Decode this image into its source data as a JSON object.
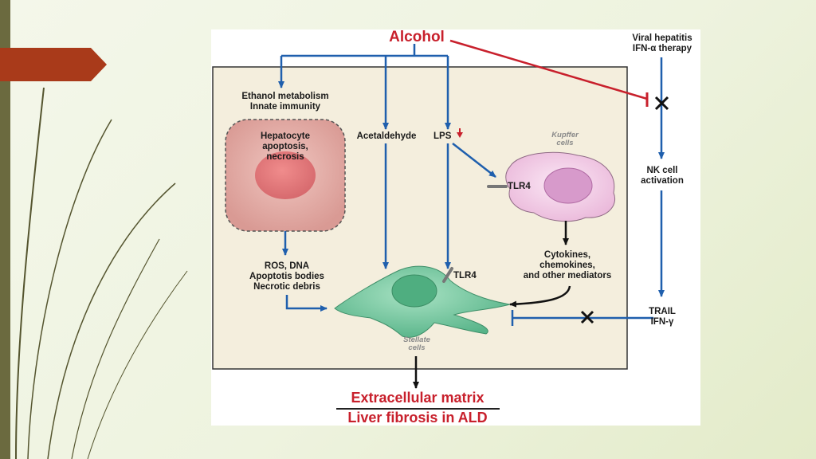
{
  "diagram": {
    "alcohol": "Alcohol",
    "viral_hepatitis": [
      "Viral hepatitis",
      "IFN-α therapy"
    ],
    "ethanol_metabolism": [
      "Ethanol metabolism",
      "Innate immunity"
    ],
    "hepatocyte": [
      "Hepatocyte",
      "apoptosis,",
      "necrosis"
    ],
    "acetaldehyde": "Acetaldehyde",
    "lps": "LPS",
    "kupffer_caption": [
      "Kupffer",
      "cells"
    ],
    "tlr4_kupffer": "TLR4",
    "nk_activation": [
      "NK cell",
      "activation"
    ],
    "ros": [
      "ROS, DNA",
      "Apoptotis bodies",
      "Necrotic debris"
    ],
    "tlr4_stellate": "TLR4",
    "cytokines": [
      "Cytokines,",
      "chemokines,",
      "and other mediators"
    ],
    "trail": [
      "TRAIL",
      "IFN-γ"
    ],
    "stellate_caption": [
      "Stellate",
      "cells"
    ],
    "ecm": "Extracellular matrix",
    "fibrosis": "Liver fibrosis in ALD"
  },
  "colors": {
    "stimulate_arrow": "#1f5fad",
    "inhibit_line": "#c8202c",
    "title_red": "#c8202c",
    "hepatocyte_fill": "#e7b7b2",
    "kupffer_fill": "#f3d2ea",
    "stellate_fill": "#7fcfa6",
    "panel_fill": "#f4eedd"
  }
}
